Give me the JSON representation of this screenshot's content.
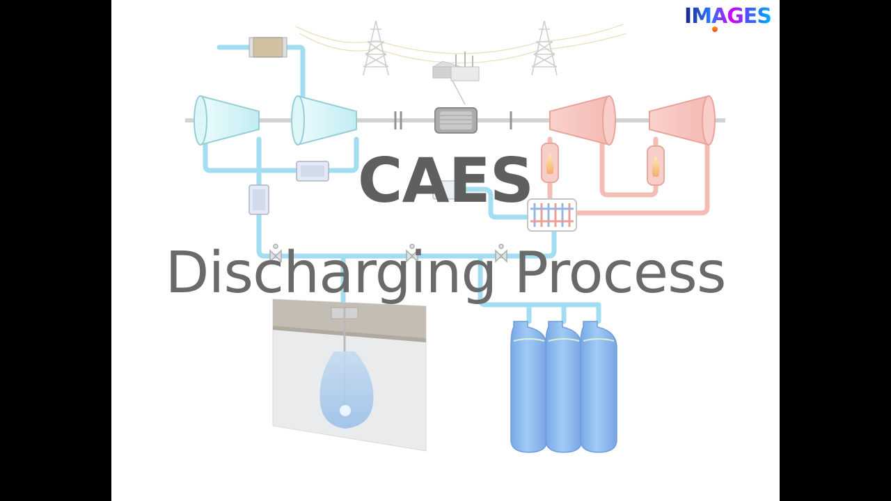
{
  "slide": {
    "title": "CAES",
    "subtitle": "Discharging Process",
    "logo_text": "IMAGES"
  },
  "colors": {
    "background": "#ffffff",
    "letterbox": "#000000",
    "title_text": "#5f5f5f",
    "cold_pipe": "#8fd6ef",
    "hot_pipe": "#f2b0a6",
    "compressor": "#bfeff2",
    "turbine": "#f6b4ae",
    "tank": "#6aa6ea"
  },
  "icons": [
    "compressor-icon",
    "turbine-icon",
    "motor-generator-icon",
    "transmission-tower-icon",
    "transformer-icon",
    "combustor-icon",
    "heat-exchanger-icon",
    "valve-icon",
    "air-tank-icon",
    "underground-cavern-icon",
    "filter-icon",
    "intercooler-icon"
  ]
}
